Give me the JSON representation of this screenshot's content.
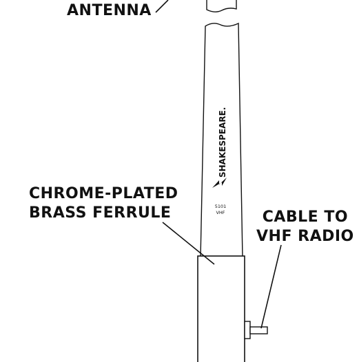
{
  "labels": {
    "antenna": "ANTENNA",
    "ferrule_line1": "CHROME-PLATED",
    "ferrule_line2": "BRASS FERRULE",
    "cable_line1": "CABLE TO",
    "cable_line2": "VHF RADIO"
  },
  "antenna_markings": {
    "brand": "SHAKESPEARE.",
    "model": "5101",
    "band": "VHF"
  },
  "colors": {
    "line": "#111111",
    "fill": "#ffffff",
    "text": "#111111"
  }
}
